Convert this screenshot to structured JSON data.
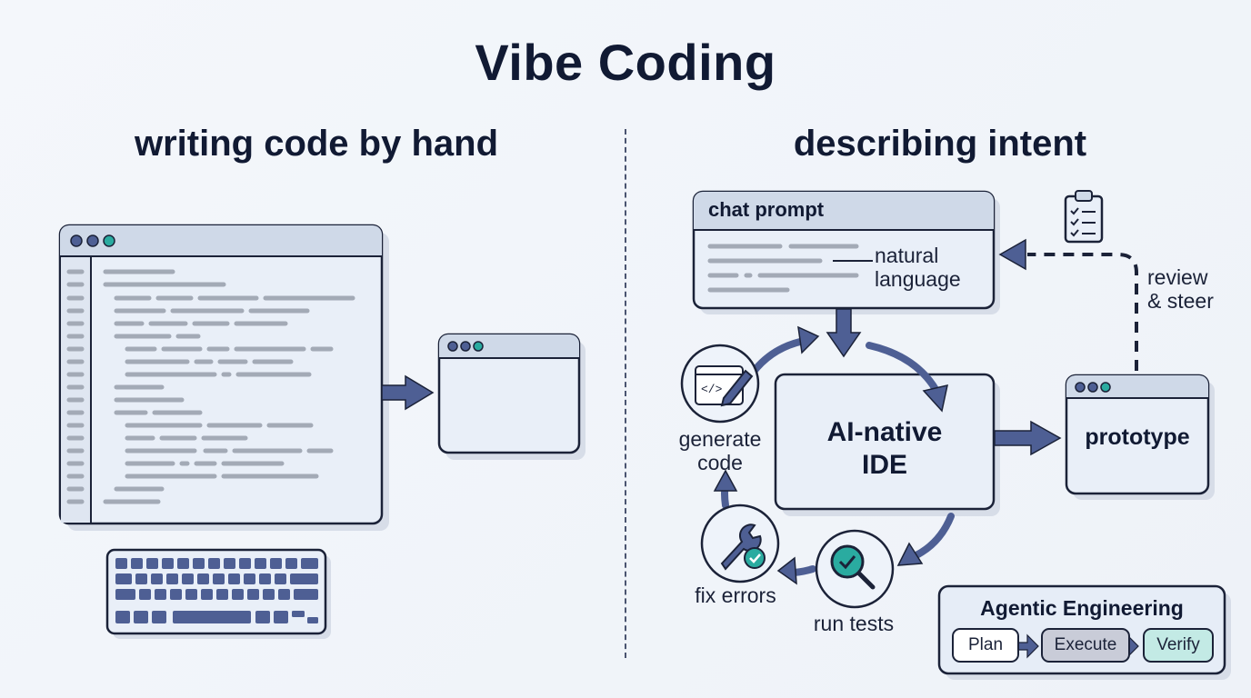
{
  "title": "Vibe Coding",
  "left": {
    "heading": "writing code by hand"
  },
  "right": {
    "heading": "describing intent",
    "chat_prompt": {
      "header": "chat prompt",
      "annotation": [
        "natural",
        "language"
      ]
    },
    "ide_label": [
      "AI-native",
      "IDE"
    ],
    "prototype_label": "prototype",
    "review_steer": [
      "review",
      "& steer"
    ],
    "cycle": {
      "generate_code": [
        "generate",
        "code"
      ],
      "fix_errors": "fix errors",
      "run_tests": "run tests"
    },
    "agentic": {
      "title": "Agentic Engineering",
      "steps": [
        "Plan",
        "Execute",
        "Verify"
      ]
    }
  },
  "colors": {
    "arrow": "#4e5f94",
    "outline": "#1b2238",
    "panel": "#e6edf7",
    "titlebar": "#cfd9e8",
    "code_line": "#a3aab6",
    "teal": "#2aaba0",
    "verify_fill": "#c3eae5",
    "execute_fill": "#c9ccd8"
  }
}
